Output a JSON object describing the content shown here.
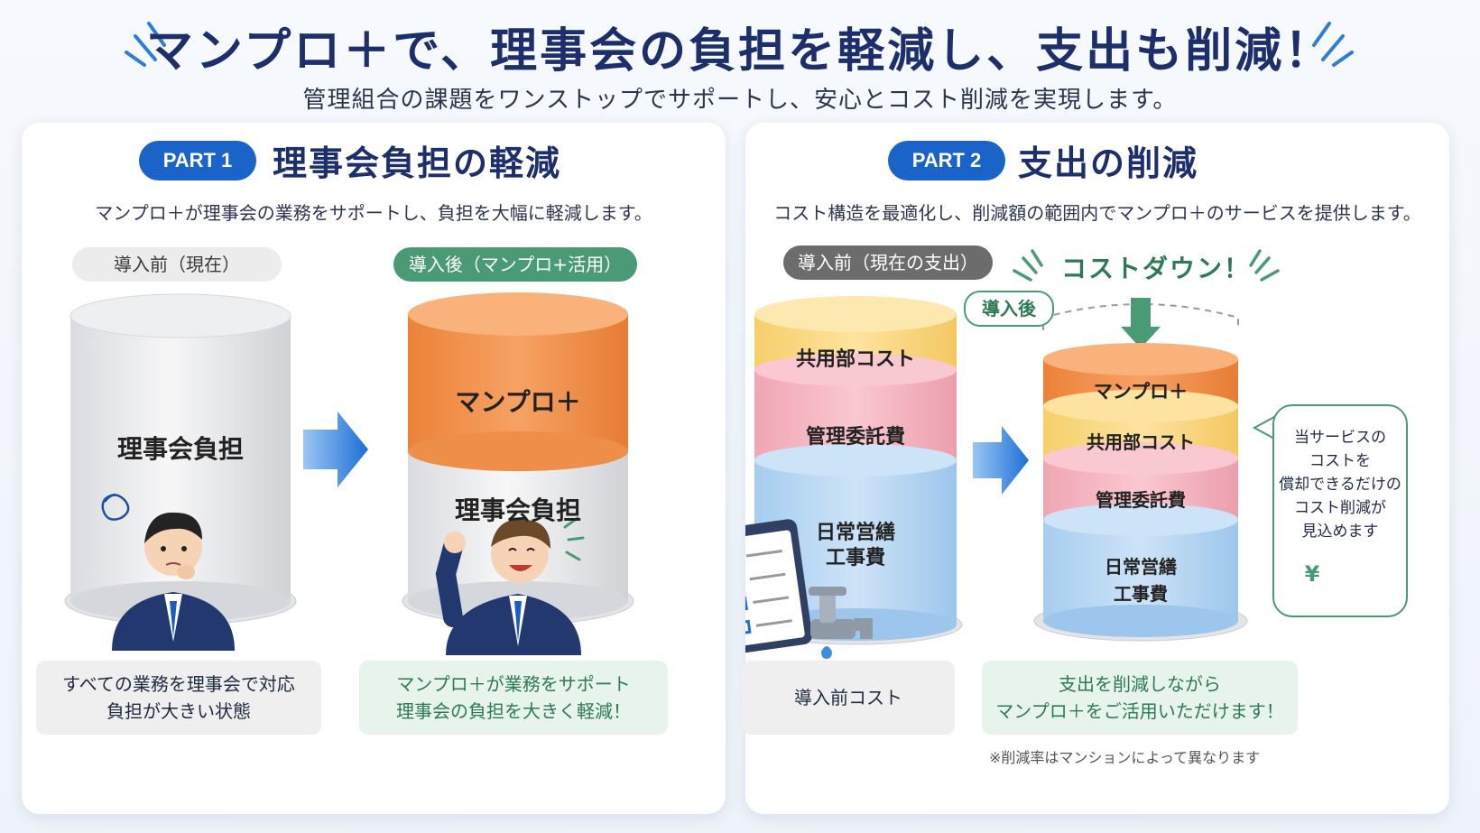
{
  "header": {
    "title": "マンプロ＋で、理事会の負担を軽減し、支出も削減！",
    "subtitle": "管理組合の課題をワンストップでサポートし、安心とコスト削減を実現します。"
  },
  "part1": {
    "badge": "PART 1",
    "heading": "理事会負担の軽減",
    "description": "マンプロ＋が理事会の業務をサポートし、負担を大幅に軽減します。",
    "before_pill": "導入前（現在）",
    "after_pill": "導入後（マンプロ+活用）",
    "before_cylinder": "理事会負担",
    "after_top": "マンプロ＋",
    "after_bottom": "理事会負担",
    "before_caption_line1": "すべての業務を理事会で対応",
    "before_caption_line2": "負担が大きい状態",
    "after_caption_line1": "マンプロ＋が業務をサポート",
    "after_caption_line2": "理事会の負担を大きく軽減！"
  },
  "part2": {
    "badge": "PART 2",
    "heading": "支出の削減",
    "description": "コスト構造を最適化し、削減額の範囲内でマンプロ＋のサービスを提供します。",
    "before_pill": "導入前（現在の支出）",
    "costdown": "コストダウン！",
    "after_tag": "導入後",
    "before_layers": [
      "共用部コスト",
      "管理委託費",
      "日常営繕",
      "工事費"
    ],
    "after_layers": [
      "マンプロ＋",
      "共用部コスト",
      "管理委託費",
      "日常営繕",
      "工事費"
    ],
    "side_note": [
      "当サービスの",
      "コストを",
      "償却できるだけの",
      "コスト削減が",
      "見込めます"
    ],
    "yen_symbol": "¥",
    "before_caption": "導入前コスト",
    "after_caption_line1": "支出を削減しながら",
    "after_caption_line2": "マンプロ＋をご活用いただけます！",
    "footnote": "※削減率はマンションによって異なります"
  },
  "colors": {
    "navy": "#1c2f6b",
    "badge_blue": "#1a63c9",
    "green": "#4a9a75",
    "orange": "#f0904a",
    "yellow": "#fbdc88",
    "pink": "#f5b8c2",
    "light_blue": "#b9d8f3",
    "arrow_blue": "#1d6fd6"
  },
  "icons": [
    "sparkle-left-icon",
    "sparkle-right-icon",
    "right-arrow-icon",
    "down-arrow-icon",
    "clipboard-icon",
    "faucet-icon",
    "yen-down-icon",
    "worried-man-illustration",
    "happy-man-illustration"
  ]
}
